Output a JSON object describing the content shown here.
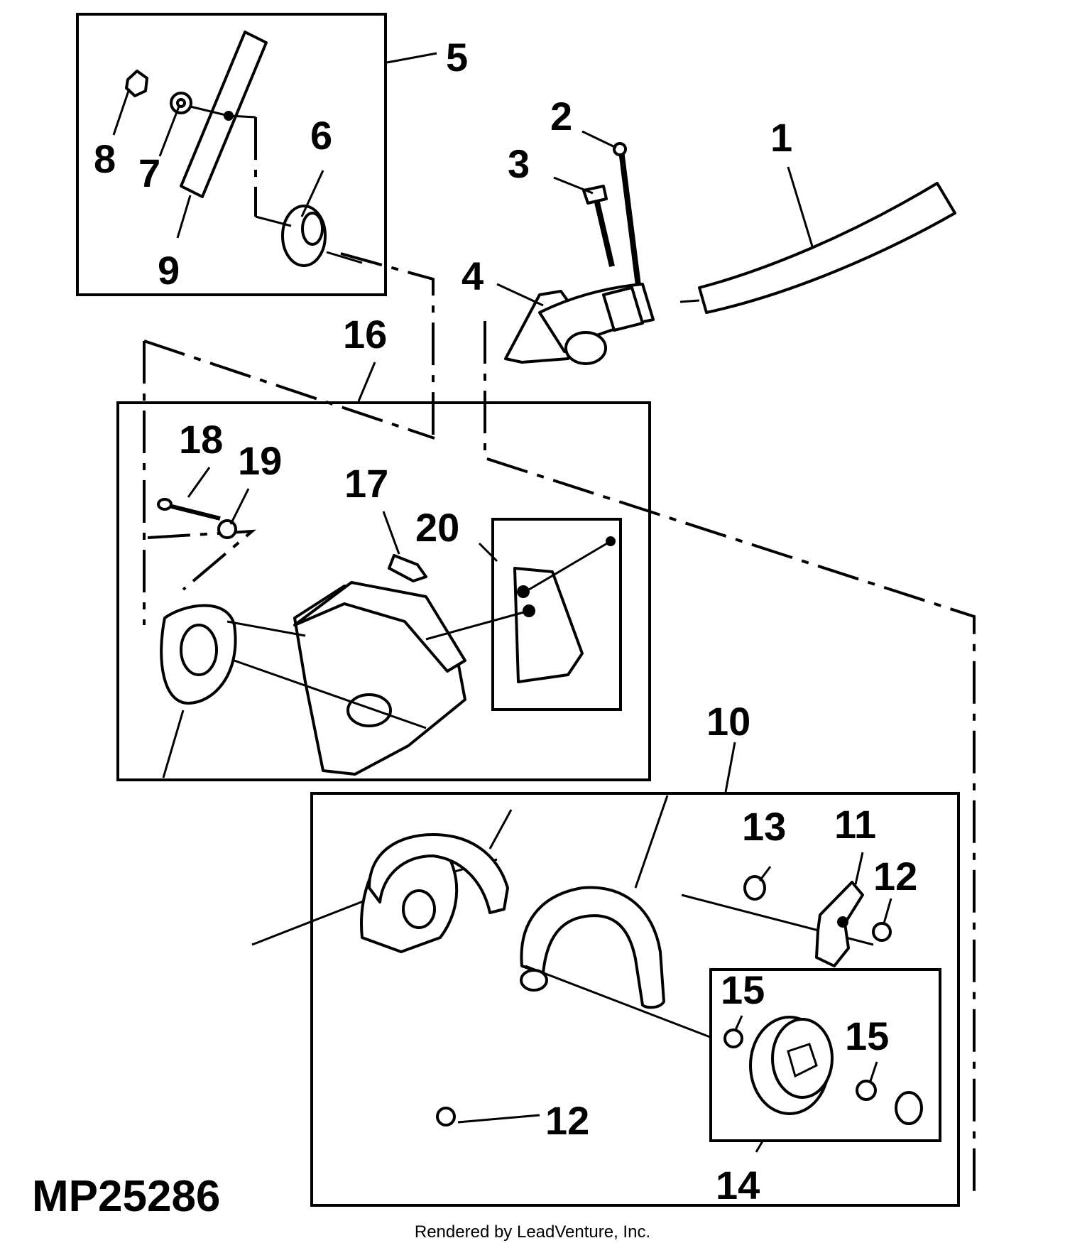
{
  "diagram": {
    "figure_id": "MP25286",
    "footer": "Rendered by LeadVenture, Inc.",
    "callouts": {
      "c1": "1",
      "c2": "2",
      "c3": "3",
      "c4": "4",
      "c5": "5",
      "c6": "6",
      "c7": "7",
      "c8": "8",
      "c9": "9",
      "c10": "10",
      "c11": "11",
      "c12a": "12",
      "c12b": "12",
      "c13": "13",
      "c14": "14",
      "c15a": "15",
      "c15b": "15",
      "c16": "16",
      "c17": "17",
      "c18": "18",
      "c19": "19",
      "c20": "20"
    }
  }
}
